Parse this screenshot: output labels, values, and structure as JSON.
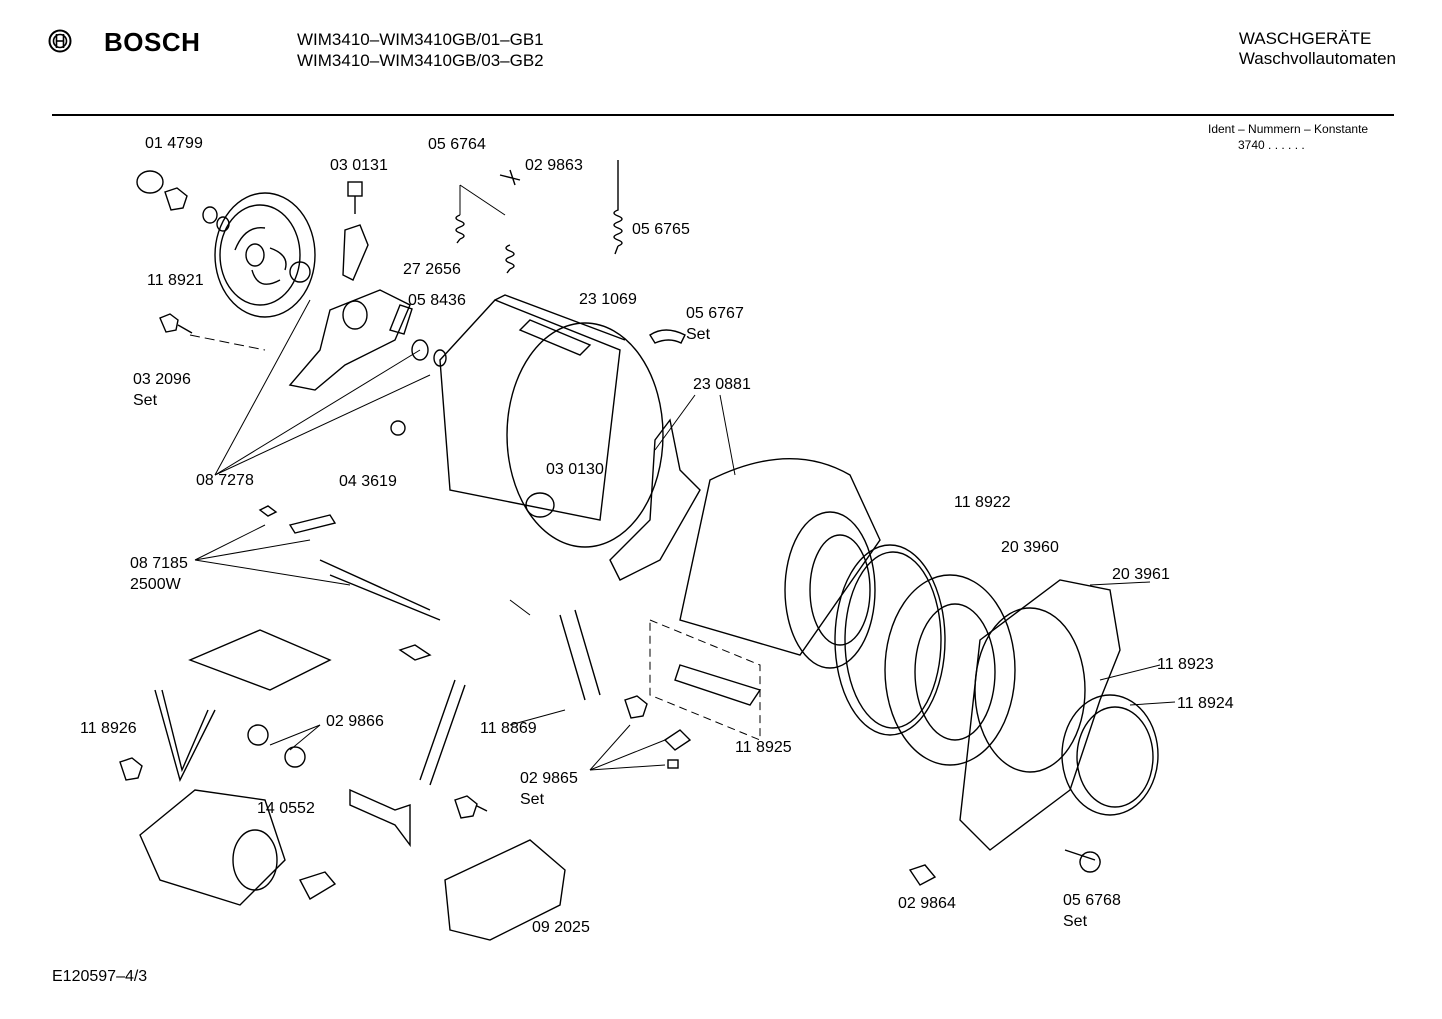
{
  "header": {
    "brand": "BOSCH",
    "model_lines": [
      "WIM3410–WIM3410GB/01–GB1",
      "WIM3410–WIM3410GB/03–GB2"
    ],
    "category_lines": [
      "WASCHGERÄTE",
      "Waschvollautomaten"
    ]
  },
  "ident": {
    "label": "Ident – Nummern – Konstante",
    "value": "3740  .  .  .  .  .  ."
  },
  "footer": {
    "code": "E120597–4/3"
  },
  "parts": [
    {
      "id": "p01",
      "lines": [
        "01 4799"
      ]
    },
    {
      "id": "p02",
      "lines": [
        "03 0131"
      ]
    },
    {
      "id": "p03",
      "lines": [
        "05 6764"
      ]
    },
    {
      "id": "p04",
      "lines": [
        "02 9863"
      ]
    },
    {
      "id": "p05",
      "lines": [
        "05 6765"
      ]
    },
    {
      "id": "p06",
      "lines": [
        "11 8921"
      ]
    },
    {
      "id": "p07",
      "lines": [
        "27 2656"
      ]
    },
    {
      "id": "p08",
      "lines": [
        "05 8436"
      ]
    },
    {
      "id": "p09",
      "lines": [
        "23 1069"
      ]
    },
    {
      "id": "p10",
      "lines": [
        "05 6767",
        "Set"
      ]
    },
    {
      "id": "p11",
      "lines": [
        "03 2096",
        "Set"
      ]
    },
    {
      "id": "p12",
      "lines": [
        "23 0881"
      ]
    },
    {
      "id": "p13",
      "lines": [
        "08 7278"
      ]
    },
    {
      "id": "p14",
      "lines": [
        "04 3619"
      ]
    },
    {
      "id": "p15",
      "lines": [
        "03 0130"
      ]
    },
    {
      "id": "p16",
      "lines": [
        "11 8922"
      ]
    },
    {
      "id": "p17",
      "lines": [
        "20 3960"
      ]
    },
    {
      "id": "p18",
      "lines": [
        "20 3961"
      ]
    },
    {
      "id": "p19",
      "lines": [
        "08 7185",
        "2500W"
      ]
    },
    {
      "id": "p20",
      "lines": [
        "11 8923"
      ]
    },
    {
      "id": "p21",
      "lines": [
        "11 8924"
      ]
    },
    {
      "id": "p22",
      "lines": [
        "11 8926"
      ]
    },
    {
      "id": "p23",
      "lines": [
        "02 9866"
      ]
    },
    {
      "id": "p24",
      "lines": [
        "11 8869"
      ]
    },
    {
      "id": "p25",
      "lines": [
        "11 8925"
      ]
    },
    {
      "id": "p26",
      "lines": [
        "02 9865",
        "Set"
      ]
    },
    {
      "id": "p27",
      "lines": [
        "14 0552"
      ]
    },
    {
      "id": "p28",
      "lines": [
        "09 2025"
      ]
    },
    {
      "id": "p29",
      "lines": [
        "02 9864"
      ]
    },
    {
      "id": "p30",
      "lines": [
        "05 6768",
        "Set"
      ]
    }
  ]
}
